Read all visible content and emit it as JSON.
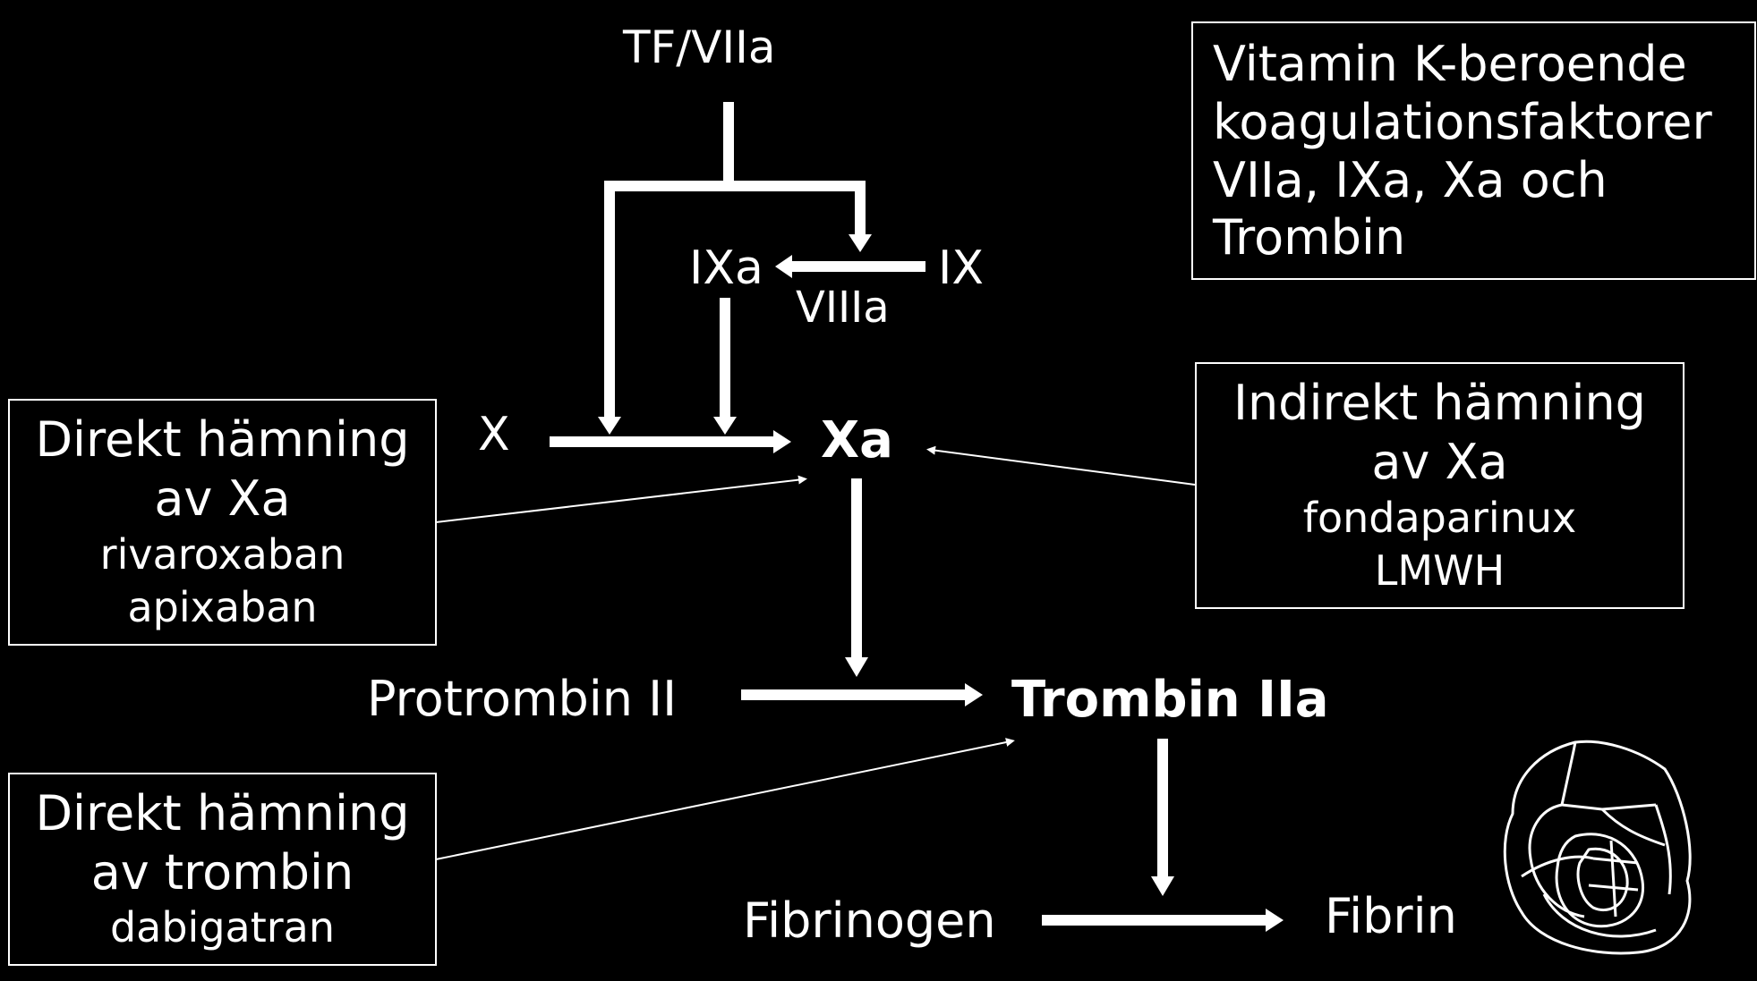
{
  "nodes": {
    "tf_viia": "TF/VIIa",
    "ixa": "IXa",
    "ix": "IX",
    "viiia": "VIIIa",
    "x": "X",
    "xa": "Xa",
    "protrombin": "Protrombin II",
    "trombin": "Trombin IIa",
    "fibrinogen": "Fibrinogen",
    "fibrin": "Fibrin"
  },
  "info_box": {
    "lines": [
      "Vitamin K-beroende",
      "koagulationsfaktorer",
      "VIIa, IXa, Xa och",
      "Trombin"
    ]
  },
  "inhibitor_boxes": {
    "direct_xa": {
      "title_1": "Direkt hämning",
      "title_2": "av Xa",
      "drug_1": "rivaroxaban",
      "drug_2": "apixaban"
    },
    "indirect_xa": {
      "title_1": "Indirekt hämning",
      "title_2": "av Xa",
      "drug_1": "fondaparinux",
      "drug_2": "LMWH"
    },
    "direct_thrombin": {
      "title_1": "Direkt hämning",
      "title_2": "av trombin",
      "drug_1": "dabigatran"
    }
  },
  "colors": {
    "background": "#000000",
    "foreground": "#ffffff"
  },
  "icons": {
    "fibrin_clot": "fibrin-clot-icon"
  }
}
